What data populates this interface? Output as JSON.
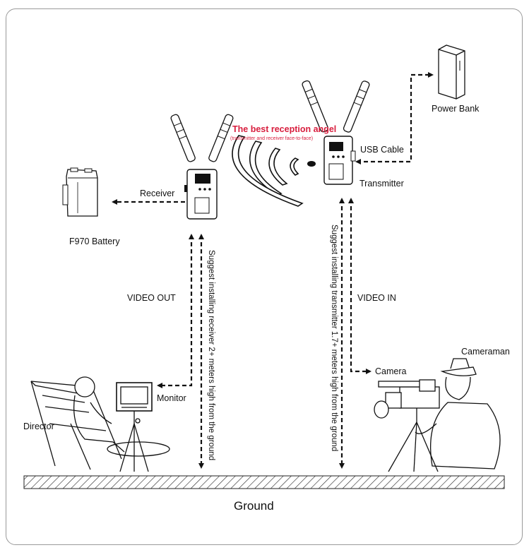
{
  "labels": {
    "best_angle": "The best reception angel",
    "best_angle_note": "(transmitter and receiver face-to-face)",
    "usb_cable": "USB Cable",
    "power_bank": "Power Bank",
    "transmitter": "Transmitter",
    "receiver": "Receiver",
    "battery": "F970 Battery",
    "video_out": "VIDEO OUT",
    "video_in": "VIDEO IN",
    "cameraman": "Cameraman",
    "camera": "Camera",
    "monitor": "Monitor",
    "director": "Director",
    "ground": "Ground",
    "receiver_height_note": "Suggest installing receiver 2+ meters high from the ground",
    "transmitter_height_note": "Suggest installing transmitter 1.7+ meters high from the ground"
  },
  "colors": {
    "accent_red": "#d81e3e",
    "line": "#111111",
    "frame": "#9a9a9a"
  }
}
